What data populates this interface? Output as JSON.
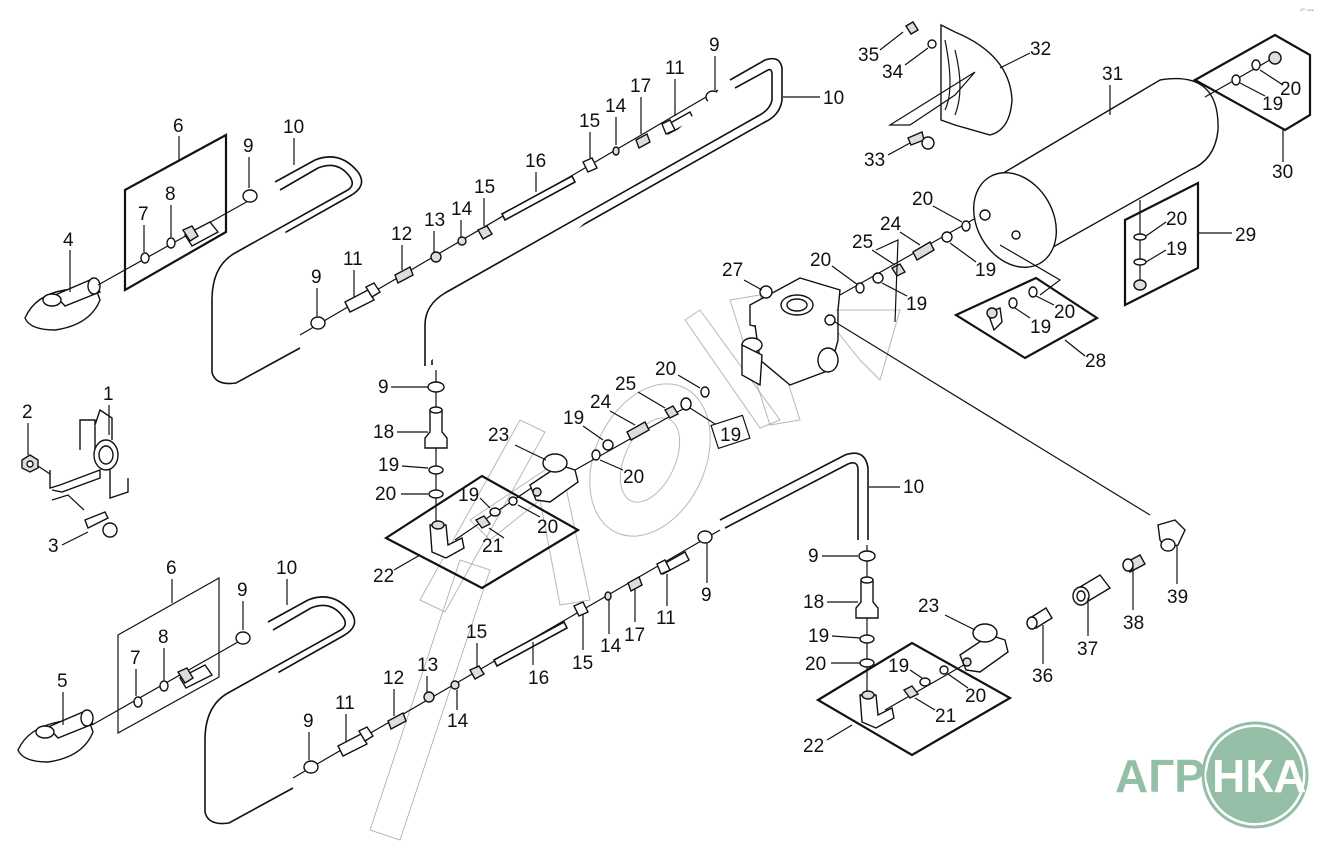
{
  "diagram": {
    "type": "exploded-parts-diagram",
    "subject": "air brake / pneumatic line assembly",
    "callouts": {
      "c1": "1",
      "c2": "2",
      "c3": "3",
      "c4": "4",
      "c5": "5",
      "c6a": "6",
      "c7a": "7",
      "c8a": "8",
      "c9a": "9",
      "c10a": "10",
      "c6b": "6",
      "c7b": "7",
      "c8b": "8",
      "c9b": "9",
      "c10b": "10",
      "c9c": "9",
      "c11a": "11",
      "c12a": "12",
      "c13a": "13",
      "c14a": "14",
      "c15a": "15",
      "c16a": "16",
      "c15b": "15",
      "c14b": "14",
      "c17a": "17",
      "c11b": "11",
      "c9d": "9",
      "c10c": "10",
      "c9e": "9",
      "c18a": "18",
      "c19a": "19",
      "c20a": "20",
      "c19b": "19",
      "c21a": "21",
      "c20b": "20",
      "c22a": "22",
      "c23a": "23",
      "c19c": "19",
      "c24a": "24",
      "c25a": "25",
      "c20c": "20",
      "c20d": "20",
      "c19d": "19",
      "c27": "27",
      "c20e": "20",
      "c19e": "19",
      "c25b": "25",
      "c24b": "24",
      "c20f": "20",
      "c19f": "19",
      "c35": "35",
      "c34": "34",
      "c32": "32",
      "c33": "33",
      "c31": "31",
      "c30": "30",
      "c20g": "20",
      "c19g": "19",
      "c29": "29",
      "c20h": "20",
      "c19h": "19",
      "c28": "28",
      "c19i": "19",
      "c20i": "20",
      "c9f": "9",
      "c11c": "11",
      "c12b": "12",
      "c13b": "13",
      "c14c": "14",
      "c15c": "15",
      "c16b": "16",
      "c15d": "15",
      "c14d": "14",
      "c17b": "17",
      "c11d": "11",
      "c9g": "9",
      "c10d": "10",
      "c9h": "9",
      "c18b": "18",
      "c19j": "19",
      "c20j": "20",
      "c23b": "23",
      "c19k": "19",
      "c20k": "20",
      "c21b": "21",
      "c22b": "22",
      "c36": "36",
      "c37": "37",
      "c38": "38",
      "c39": "39"
    }
  },
  "logo": {
    "left_text": "АГРО",
    "right_text": "НКА",
    "color": "#94bfa6"
  },
  "watermark": {
    "text": "lkaky"
  },
  "corner_mark": "▪ᵐ ▪▪▪"
}
